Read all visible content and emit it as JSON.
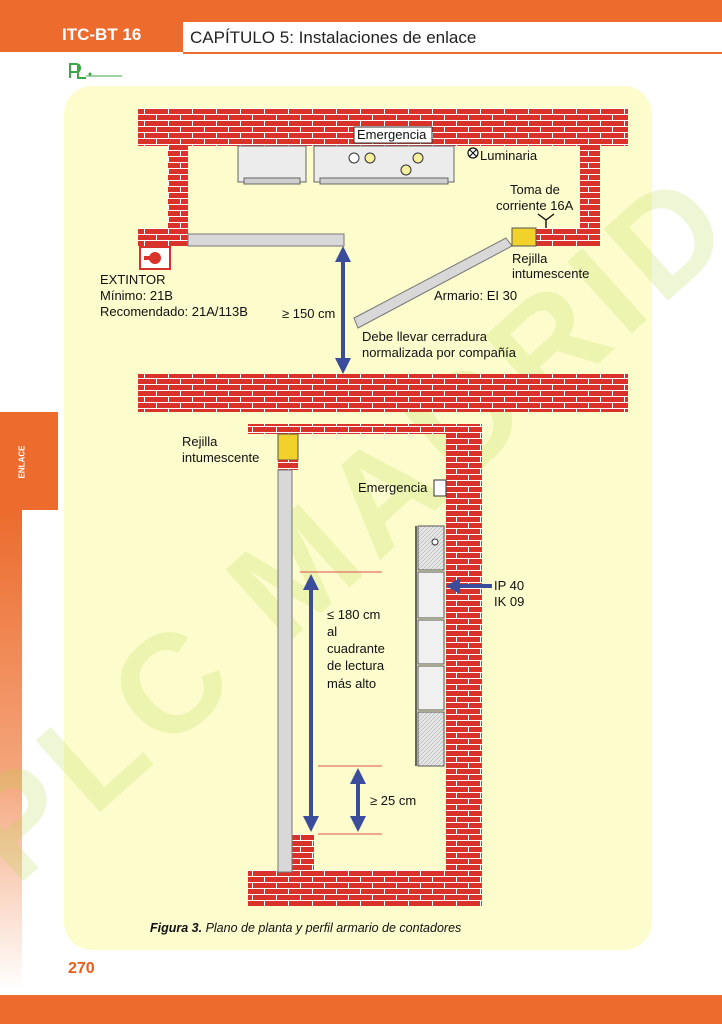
{
  "header": {
    "code": "ITC-BT 16",
    "chapter": "CAPÍTULO 5: Instalaciones de enlace"
  },
  "side_tab": {
    "label": "ENLACE"
  },
  "page_number": "270",
  "watermark": "PLC MADRID",
  "colors": {
    "brand_orange": "#ec6b2d",
    "panel": "#fdfccd",
    "brick": "#d9322a",
    "arrow": "#3b4c9a",
    "vent": "#f2d22a"
  },
  "plan": {
    "emergencia": "Emergencia",
    "luminaria": "Luminaria",
    "toma_line1": "Toma de",
    "toma_line2": "corriente 16A",
    "rejilla_line1": "Rejilla",
    "rejilla_line2": "intumescente",
    "extintor_line1": "EXTINTOR",
    "extintor_line2": "Mínimo: 21B",
    "extintor_line3": "Recomendado: 21A/113B",
    "distance": "≥ 150 cm",
    "armario": "Armario: EI 30",
    "cerradura_line1": "Debe llevar cerradura",
    "cerradura_line2": "normalizada por compañía"
  },
  "profile": {
    "rejilla_line1": "Rejilla",
    "rejilla_line2": "intumescente",
    "emergencia": "Emergencia",
    "ip": "IP 40",
    "ik": "IK 09",
    "height_line1": "≤  180 cm",
    "height_line2": "al",
    "height_line3": "cuadrante",
    "height_line4": "de lectura",
    "height_line5": "más alto",
    "min_height": "≥ 25 cm"
  },
  "caption": {
    "label": "Figura 3.",
    "text": " Plano de planta y perfil armario de contadores"
  }
}
